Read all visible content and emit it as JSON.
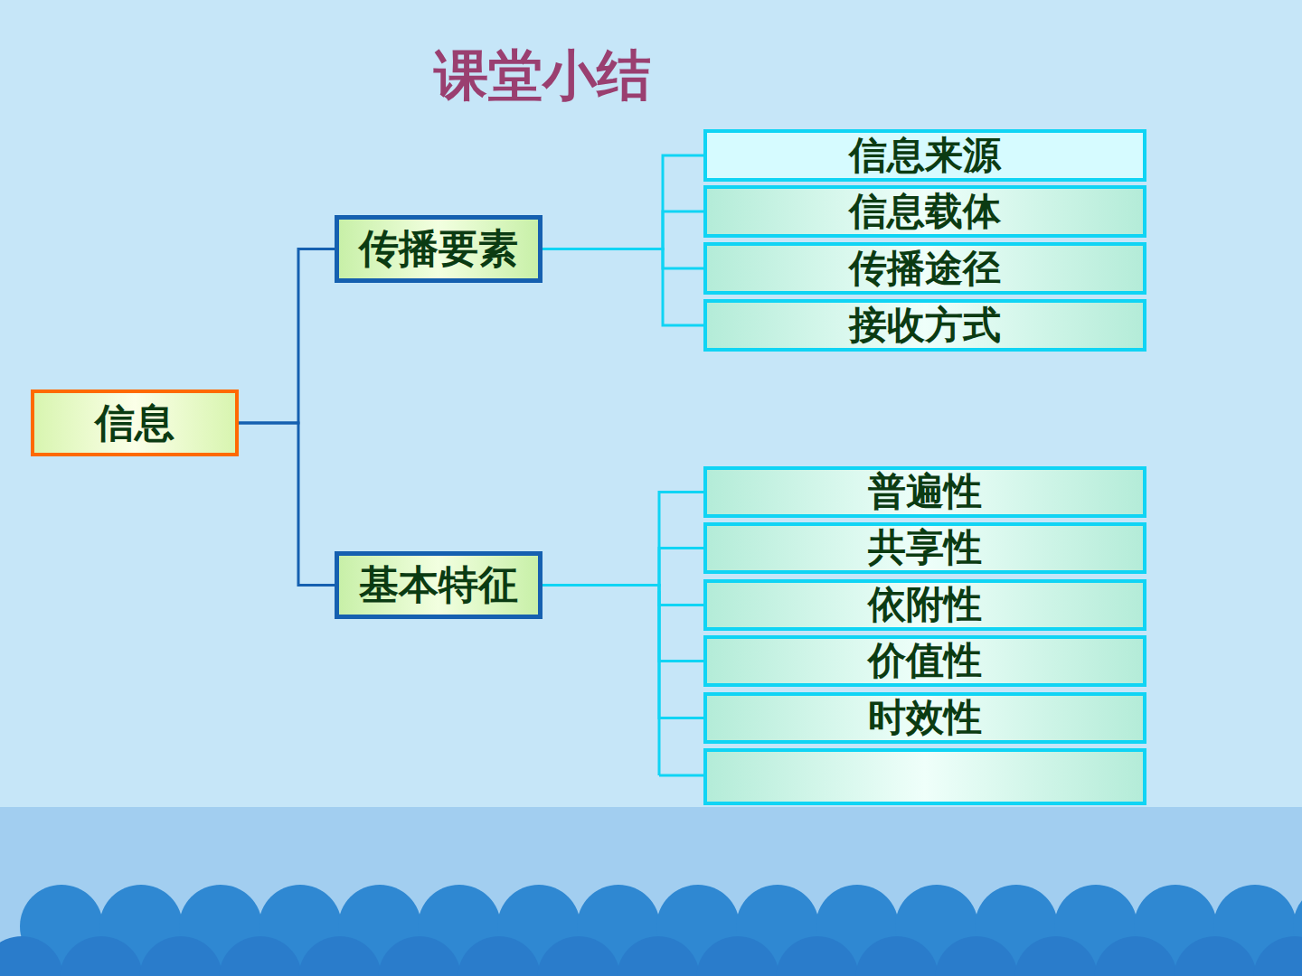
{
  "diagram": {
    "title": "课堂小结",
    "nodes": [
      {
        "text": [
          "信息"
        ]
      },
      {
        "text": [
          "传播要素"
        ]
      },
      {
        "text": [
          "信息来源"
        ]
      },
      {
        "text": [
          "信息载体"
        ]
      },
      {
        "text": [
          "传播途径"
        ]
      },
      {
        "text": [
          "接收方式"
        ]
      },
      {
        "text": [
          "基本特征"
        ]
      },
      {
        "text": [
          "普遍性"
        ]
      },
      {
        "text": [
          "共享性"
        ]
      },
      {
        "text": [
          "依附性"
        ]
      },
      {
        "text": [
          "价值性"
        ]
      },
      {
        "text": [
          "时效性"
        ]
      }
    ],
    "edges": [
      {
        "from": 0,
        "to": 1,
        "arrow": "none"
      },
      {
        "from": 0,
        "to": 6,
        "arrow": "none"
      },
      {
        "from": 1,
        "to": 2,
        "arrow": "none"
      },
      {
        "from": 1,
        "to": 3,
        "arrow": "none"
      },
      {
        "from": 1,
        "to": 4,
        "arrow": "none"
      },
      {
        "from": 1,
        "to": 5,
        "arrow": "none"
      },
      {
        "from": 6,
        "to": 7,
        "arrow": "none"
      },
      {
        "from": 6,
        "to": 8,
        "arrow": "none"
      },
      {
        "from": 6,
        "to": 9,
        "arrow": "none"
      },
      {
        "from": 6,
        "to": 10,
        "arrow": "none"
      },
      {
        "from": 6,
        "to": 11,
        "arrow": "none"
      }
    ]
  }
}
